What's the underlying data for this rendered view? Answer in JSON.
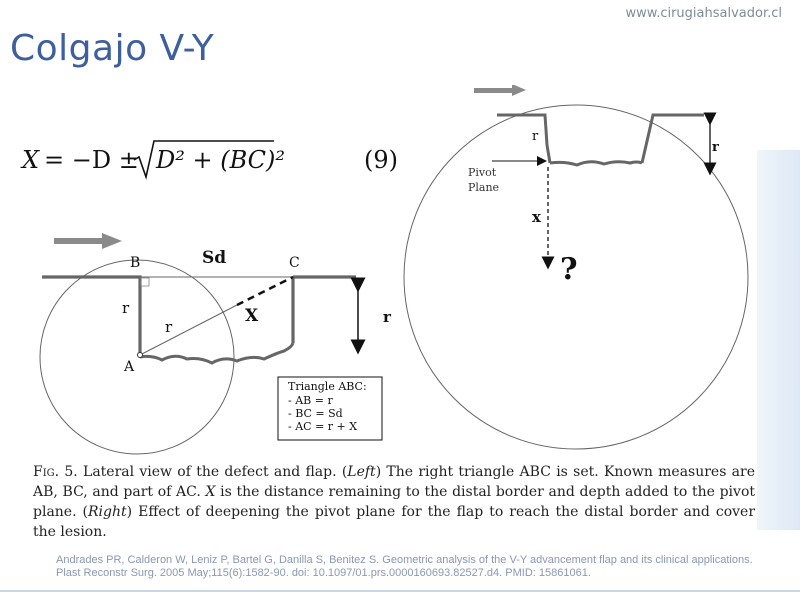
{
  "header": {
    "website": "www.cirugiahsalvador.cl",
    "title": "Colgajo V-Y"
  },
  "equation": {
    "lhs": "X",
    "rhs_prefix": "= −D ±",
    "radicand": "D² + (BC)²",
    "number": "(9)"
  },
  "left_diagram": {
    "label_B": "B",
    "label_C": "C",
    "label_A": "A",
    "label_Sd": "Sd",
    "label_r_side": "r",
    "label_r_diag": "r",
    "label_X": "X",
    "label_r_depth": "r",
    "triangle_box": {
      "title": "Triangle ABC:",
      "lines": [
        "- AB = r",
        "- BC = Sd",
        "- AC = r + X"
      ]
    }
  },
  "right_diagram": {
    "label_r_small": "r",
    "label_r_big": "r",
    "label_pivot_line1": "Pivot",
    "label_pivot_line2": "Plane",
    "label_x": "x",
    "label_question": "?"
  },
  "caption": {
    "fig_label": "Fig. 5.",
    "text_1": "Lateral view of the defect and flap. (",
    "left_word": "Left",
    "text_2": ") The right triangle ABC is set. Known measures are AB, BC, and part of AC. ",
    "x_var": "X",
    "text_3": " is the distance remaining to the distal border and depth added to the pivot plane. (",
    "right_word": "Right",
    "text_4": ") Effect of deepening the pivot plane for the flap to reach the distal border and cover the lesion."
  },
  "citation": "Andrades PR, Calderon W, Leniz P, Bartel G, Danilla S, Benitez S. Geometric analysis of the V-Y advancement flap and its clinical applications. Plast Reconstr Surg. 2005 May;115(6):1582-90. doi: 10.1097/01.prs.0000160693.82527.d4. PMID: 15861061.",
  "colors": {
    "title": "#3d5f9e",
    "arrow": "#8a8a8a",
    "citation": "#8a98b2"
  }
}
